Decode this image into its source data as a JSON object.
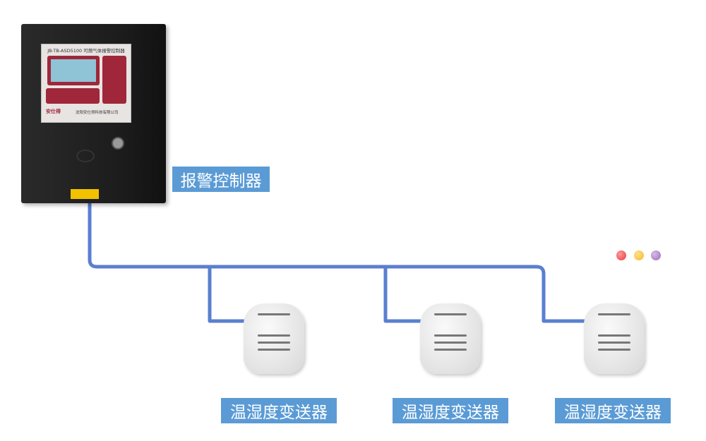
{
  "controller": {
    "model_title": "JB-TB-ASD5100 可燃气体报警控制器",
    "company": "沈阳安仕得科技有限公司",
    "brand": "安仕得",
    "label": "报警控制器"
  },
  "sensors": [
    {
      "label": "温湿度变送器"
    },
    {
      "label": "温湿度变送器"
    },
    {
      "label": "温湿度变送器"
    }
  ],
  "colors": {
    "wire": "#5a7fd0",
    "label_bg": "#5b9bd5",
    "dots": [
      "#e8383d",
      "#f5b82e",
      "#9a6fb5"
    ]
  }
}
